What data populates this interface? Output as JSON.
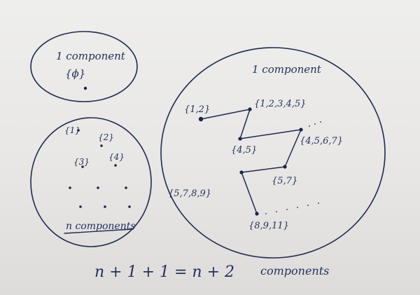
{
  "left_top": {
    "label": "1 component",
    "set": "{ϕ}"
  },
  "left_bottom": {
    "sets": [
      "{1}",
      "{2}",
      "{3}",
      "{4}"
    ],
    "label": "n components"
  },
  "right": {
    "label": "1 component",
    "sets": [
      "{1,2}",
      "{1,2,3,4,5}",
      "{4,5}",
      "{4,5,6,7}",
      "{5,7}",
      "{5,7,8,9}",
      "{8,9,11}"
    ]
  },
  "equation": {
    "formula": "n + 1 + 1 = n + 2",
    "label": "components"
  }
}
